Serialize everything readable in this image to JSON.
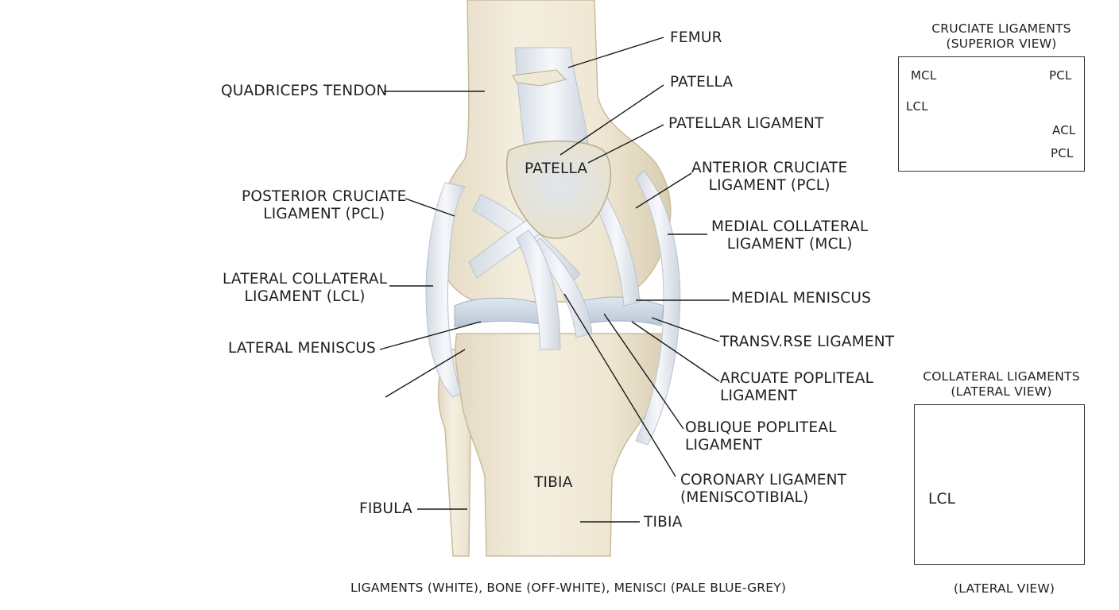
{
  "main_labels": {
    "femur": "FEMUR",
    "patella_right": "PATELLA",
    "patellar_ligament": "PATELLAR LIGAMENT",
    "acl": [
      "ANTERIOR CRUCIATE",
      "LIGAMENT (PCL)"
    ],
    "mcl": [
      "MEDIAL COLLATERAL",
      "LIGAMENT (MCL)"
    ],
    "medial_meniscus": "MEDIAL MENISCUS",
    "transverse": "TRANSV.RSE LIGAMENT",
    "arcuate": [
      "ARCUATE POPLITEAL",
      "LIGAMENT"
    ],
    "oblique": [
      "OBLIQUE POPLITEAL",
      "LIGAMENT"
    ],
    "coronary": [
      "CORONARY LIGAMENT",
      "(MENISCOTIBIAL)"
    ],
    "tibia_right": "TIBIA",
    "quadriceps": "QUADRICEPS TENDON",
    "pcl": [
      "POSTERIOR CRUCIATE",
      "LIGAMENT (PCL)"
    ],
    "lcl": [
      "LATERAL COLLATERAL",
      "LIGAMENT (LCL)"
    ],
    "lateral_meniscus": "LATERAL MENISCUS",
    "fibula": "FIBULA",
    "patella_on_bone": "PATELLA",
    "tibia_on_bone": "TIBIA"
  },
  "caption": "LIGAMENTS (WHITE), BONE (OFF-WHITE), MENISCI (PALE BLUE-GREY)",
  "inset_superior": {
    "title": [
      "CRUCIATE LIGAMENTS",
      "(SUPERIOR VIEW)"
    ],
    "labels": {
      "mcl": "MCL",
      "lcl": "LCL",
      "pcl_top": "PCL",
      "acl": "ACL",
      "pcl_bottom": "PCL"
    }
  },
  "inset_lateral": {
    "title": [
      "COLLATERAL LIGAMENTS",
      "(LATERAL VIEW)"
    ],
    "labels": {
      "lcl": "LCL"
    },
    "footer": "(LATERAL VIEW)"
  },
  "colors": {
    "bone": "#efe8d6",
    "bone_shade": "#ddd2b8",
    "ligament": "#f3f5f8",
    "ligament_shade": "#c9d0da",
    "meniscus": "#c9d6e2",
    "leader": "#1a1a1a"
  }
}
